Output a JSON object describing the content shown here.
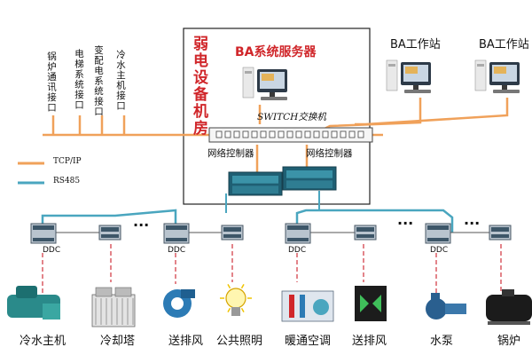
{
  "room": {
    "title": "弱电设备机房",
    "server_label": "BA系统服务器",
    "switch_label": "SWITCH交换机",
    "controller_labels": [
      "网络控制器",
      "网络控制器"
    ]
  },
  "workstations": [
    "BA工作站",
    "BA工作站"
  ],
  "interfaces": [
    "锅炉通讯接口",
    "电梯系统接口",
    "变配电系统接口",
    "冷水主机接口"
  ],
  "legend": {
    "tcp_label": "TCP/IP",
    "rs485_label": "RS485",
    "tcp_color": "#f0a15a",
    "rs485_color": "#4aa6bf"
  },
  "ddc_labels": [
    "DDC",
    "DDC",
    "DDC",
    "DDC"
  ],
  "ellipsis": [
    "···",
    "···",
    "···"
  ],
  "devices": [
    "冷水主机",
    "冷却塔",
    "送排风",
    "公共照明",
    "暖通空调",
    "送排风",
    "水泵",
    "锅炉"
  ],
  "icons": {
    "server": "server-computer-icon",
    "workstation": "desktop-computer-icon",
    "switch": "network-switch-icon",
    "controller": "network-controller-icon",
    "ddc": "ddc-module-icon",
    "io": "io-module-icon"
  }
}
